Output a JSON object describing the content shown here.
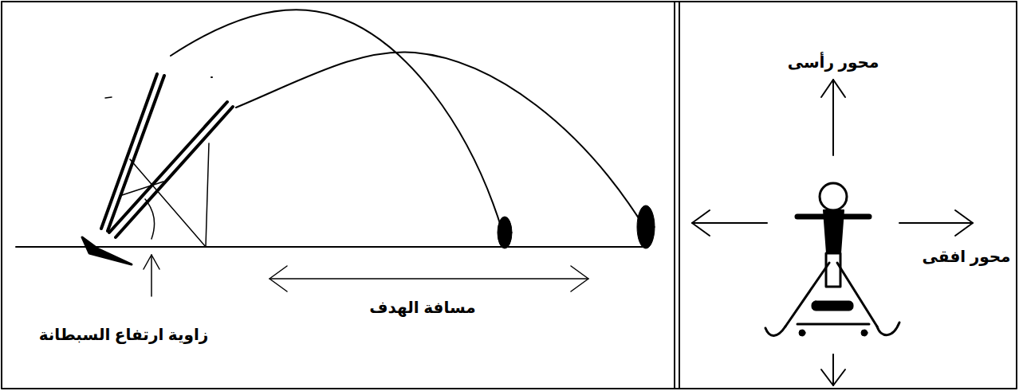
{
  "diagram": {
    "labels": [
      "محور رأسى",
      "محور افقى",
      "مسافة الهدف",
      "زاوية ارتفاع السبطانة"
    ]
  }
}
